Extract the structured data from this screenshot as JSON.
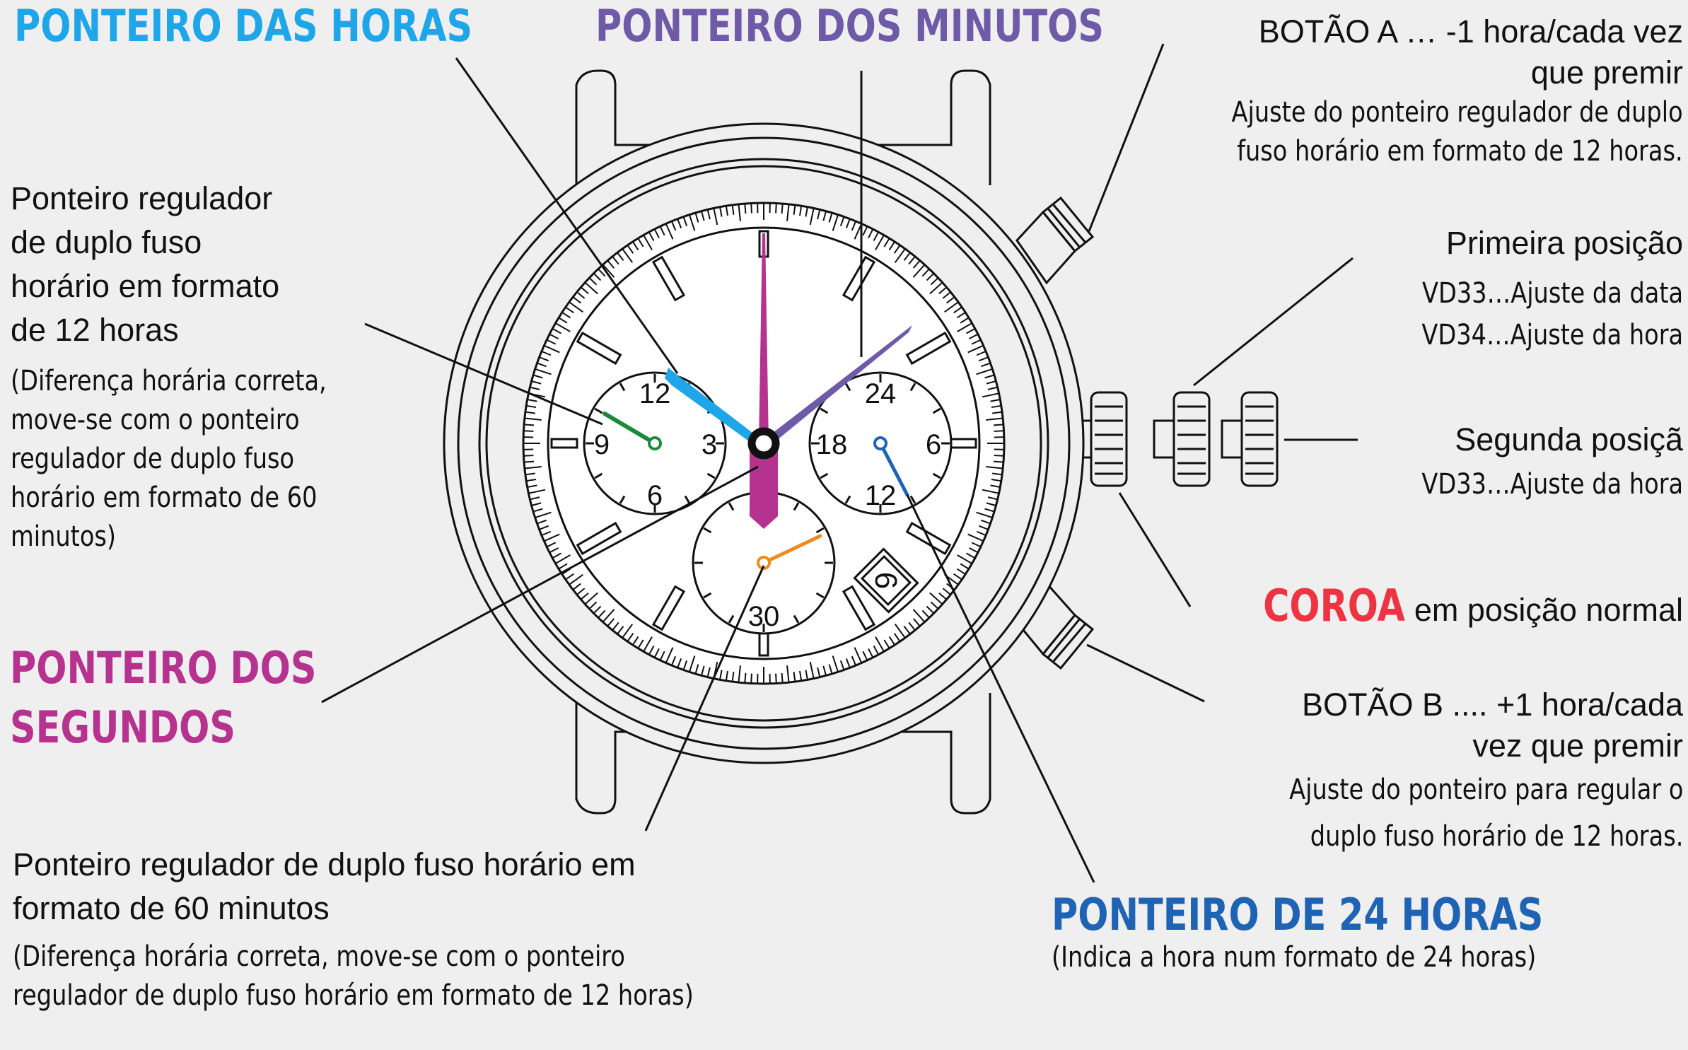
{
  "colors": {
    "hour_hand": "#1fa6e8",
    "minute_hand": "#6f5aa8",
    "second_hand": "#b6328f",
    "dual_12h_hand": "#1c8a38",
    "dual_60m_hand": "#f08a1e",
    "hand_24h": "#1f63b5",
    "coroa": "#ee3342",
    "lines": "#111111",
    "background": "#efefef"
  },
  "labels": {
    "hour_hand": "PONTEIRO DAS HORAS",
    "minute_hand": "PONTEIRO DOS MINUTOS",
    "second_hand": "PONTEIRO DOS\nSEGUNDOS",
    "hand_24h_title": "PONTEIRO DE 24 HORAS",
    "hand_24h_note": "(Indica a hora num formato de 24 horas)",
    "dual12_title": "Ponteiro regulador\nde duplo fuso\nhorário em formato\nde 12 horas",
    "dual12_note": "(Diferença horária correta,\nmove-se com o ponteiro\nregulador de duplo fuso\nhorário em formato de 60\nminutos)",
    "dual60_title": "Ponteiro regulador de duplo fuso horário em\nformato de 60 minutos",
    "dual60_note": "(Diferença horária correta, move-se com o ponteiro\nregulador de duplo fuso horário em formato de 12 horas)",
    "button_a_title": "BOTÃO A … -1 hora/cada vez\nque premir",
    "button_a_note": "Ajuste do ponteiro regulador de duplo\nfuso horário em formato de 12 horas.",
    "first_position_title": "Primeira posição",
    "first_position_note": "VD33…Ajuste da data\nVD34…Ajuste da hora",
    "second_position_title": "Segunda posiçã",
    "second_position_note": "VD33…Ajuste da hora",
    "coroa_word": "COROA",
    "coroa_rest": " em posição normal",
    "button_b_title": "BOTÃO B .... +1 hora/cada\nvez que premir",
    "button_b_note": "Ajuste do ponteiro para regular o\nduplo fuso horário de 12 horas."
  },
  "dial": {
    "left_subdial": [
      "12",
      "3",
      "6",
      "9"
    ],
    "right_subdial": [
      "24",
      "6",
      "12",
      "18"
    ],
    "bottom_subdial": [
      "30"
    ],
    "date_window": "6"
  }
}
